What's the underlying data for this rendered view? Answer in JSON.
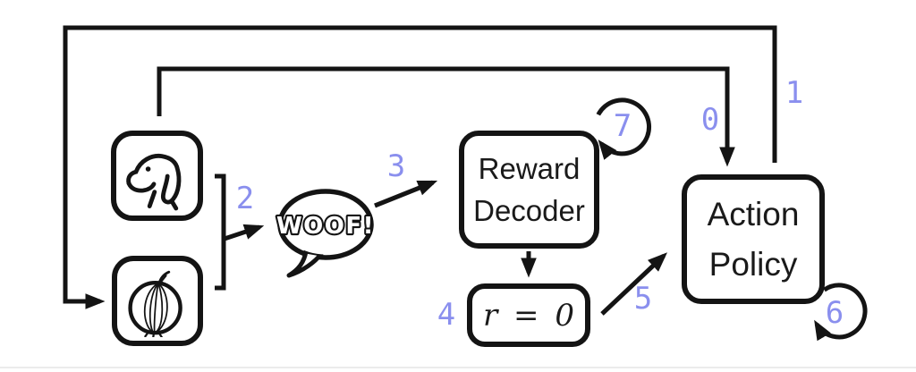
{
  "colors": {
    "accent": "#8a8fee",
    "ink": "#141414",
    "background": "#ffffff"
  },
  "icons": {
    "observation_box": "dog-icon",
    "environment_box": "onion-icon",
    "utterance": "speech-bubble-icon"
  },
  "boxes": {
    "reward_decoder": {
      "line1": "Reward",
      "line2": "Decoder"
    },
    "action_policy": {
      "line1": "Action",
      "line2": "Policy"
    },
    "reward_value": {
      "label": "r = 0"
    }
  },
  "speech_bubble": {
    "text": "WOOF!"
  },
  "edges": {
    "n0": "0",
    "n1": "1",
    "n2": "2",
    "n3": "3",
    "n4": "4",
    "n5": "5",
    "n6": "6",
    "n7": "7"
  }
}
